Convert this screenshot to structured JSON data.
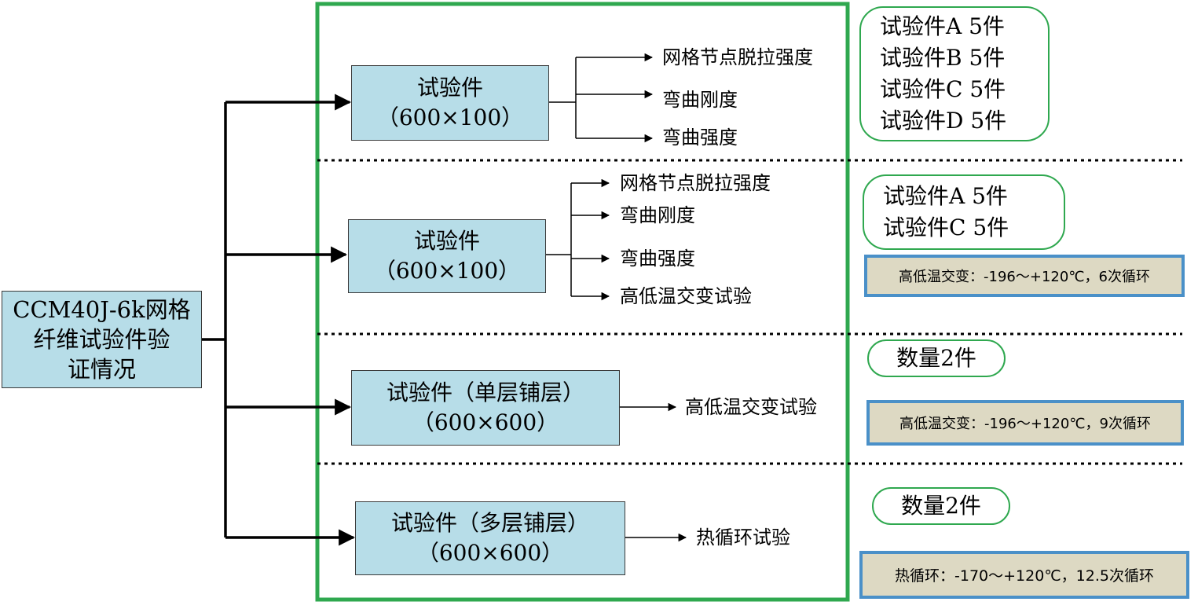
{
  "root": {
    "lines": [
      "CCM40J-6k网格",
      "纤维试验件验",
      "证情况"
    ]
  },
  "groups": [
    {
      "title": "试验件",
      "size": "（600×100）",
      "tests": [
        "网格节点脱拉强度",
        "弯曲刚度",
        "弯曲强度"
      ],
      "quantities": [
        "试验件A  5件",
        "试验件B  5件",
        "试验件C  5件",
        "试验件D  5件"
      ],
      "note": ""
    },
    {
      "title": "试验件",
      "size": "（600×100）",
      "tests": [
        "网格节点脱拉强度",
        "弯曲刚度",
        "弯曲强度",
        "高低温交变试验"
      ],
      "quantities": [
        "试验件A  5件",
        "试验件C  5件"
      ],
      "note": "高低温交变：-196～+120℃，6次循环"
    },
    {
      "title": "试验件（单层铺层）",
      "size": "（600×600）",
      "tests": [
        "高低温交变试验"
      ],
      "quantities": [
        "数量2件"
      ],
      "note": "高低温交变：-196～+120℃，9次循环"
    },
    {
      "title": "试验件（多层铺层）",
      "size": "（600×600）",
      "tests": [
        "热循环试验"
      ],
      "quantities": [
        "数量2件"
      ],
      "note": "热循环：-170～+120℃，12.5次循环"
    }
  ],
  "colors": {
    "box_fill": "#b7dde8",
    "frame_green": "#2fa84f",
    "note_fill": "#ddd9c3",
    "note_border": "#4a90c8"
  }
}
